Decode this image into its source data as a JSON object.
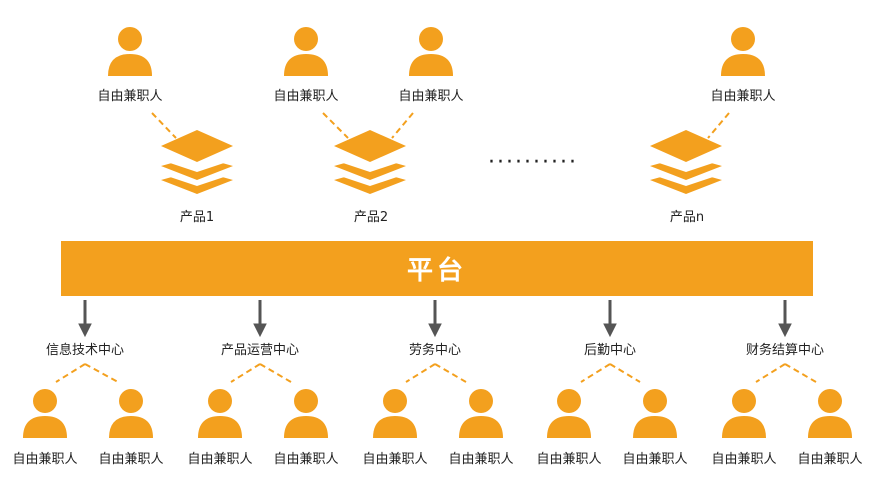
{
  "colors": {
    "accent": "#F3A01E",
    "arrow": "#555555"
  },
  "platform": {
    "label": "平台"
  },
  "ellipsis": "··········",
  "top_freelancers": [
    {
      "label": "自由兼职人"
    },
    {
      "label": "自由兼职人"
    },
    {
      "label": "自由兼职人"
    },
    {
      "label": "自由兼职人"
    }
  ],
  "products": [
    {
      "label": "产品1"
    },
    {
      "label": "产品2"
    },
    {
      "label": "产品n"
    }
  ],
  "centers": [
    {
      "label": "信息技术中心",
      "freelancers": [
        "自由兼职人",
        "自由兼职人"
      ]
    },
    {
      "label": "产品运营中心",
      "freelancers": [
        "自由兼职人",
        "自由兼职人"
      ]
    },
    {
      "label": "劳务中心",
      "freelancers": [
        "自由兼职人",
        "自由兼职人"
      ]
    },
    {
      "label": "后勤中心",
      "freelancers": [
        "自由兼职人",
        "自由兼职人"
      ]
    },
    {
      "label": "财务结算中心",
      "freelancers": [
        "自由兼职人",
        "自由兼职人"
      ]
    }
  ]
}
